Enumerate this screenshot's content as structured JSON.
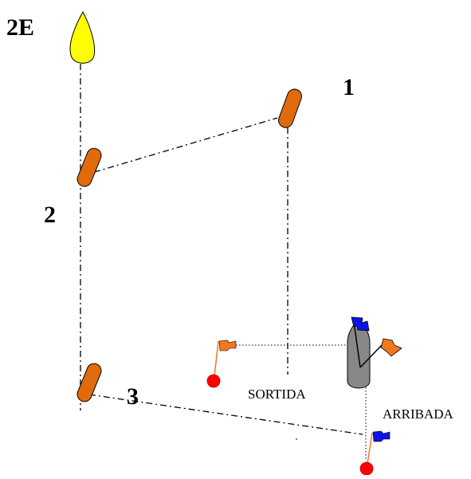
{
  "labels": {
    "course": "2E",
    "mark1": "1",
    "mark2": "2",
    "mark3": "3",
    "start": "SORTIDA",
    "finish": "ARRIBADA"
  },
  "colors": {
    "mark_orange": "#e06b0c",
    "mark_yellow": "#ffff00",
    "committee_boat": "#888888",
    "flag_orange": "#f07820",
    "flag_blue": "#0a14e6",
    "buoy_red": "#ff0000",
    "line": "#000000"
  },
  "icons": {
    "marks": "orange-buoy-icon",
    "windward": "yellow-buoy-icon",
    "committee": "committee-boat-icon",
    "flags": "flag-icon",
    "pin": "red-buoy-icon"
  }
}
